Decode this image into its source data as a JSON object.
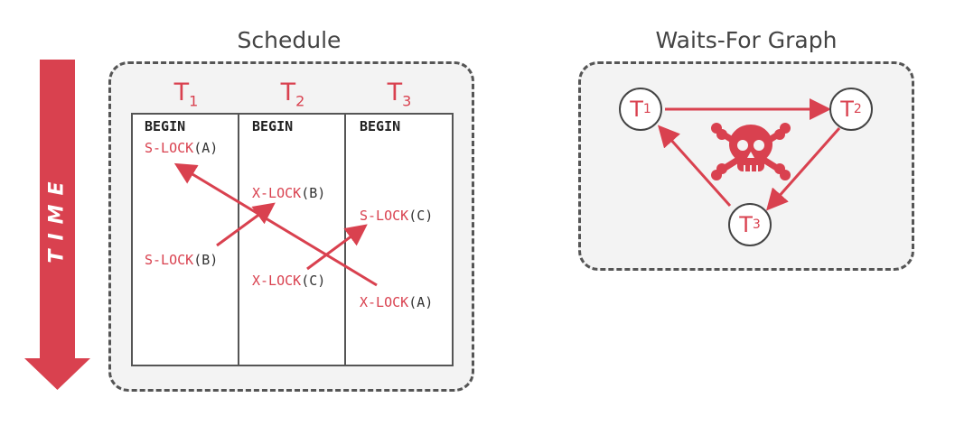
{
  "time_label": "TIME",
  "schedule": {
    "title": "Schedule",
    "columns": [
      {
        "name": "T",
        "sub": "1"
      },
      {
        "name": "T",
        "sub": "2"
      },
      {
        "name": "T",
        "sub": "3"
      }
    ],
    "begin": "BEGIN",
    "ops": {
      "t1_a": {
        "op": "S-LOCK",
        "arg": "(A)"
      },
      "t1_b": {
        "op": "S-LOCK",
        "arg": "(B)"
      },
      "t2_b": {
        "op": "X-LOCK",
        "arg": "(B)"
      },
      "t2_c": {
        "op": "X-LOCK",
        "arg": "(C)"
      },
      "t3_c": {
        "op": "S-LOCK",
        "arg": "(C)"
      },
      "t3_a": {
        "op": "X-LOCK",
        "arg": "(A)"
      }
    }
  },
  "graph": {
    "title": "Waits-For Graph",
    "nodes": [
      {
        "name": "T",
        "sub": "1"
      },
      {
        "name": "T",
        "sub": "2"
      },
      {
        "name": "T",
        "sub": "3"
      }
    ],
    "edges": [
      {
        "from": "T1",
        "to": "T2"
      },
      {
        "from": "T2",
        "to": "T3"
      },
      {
        "from": "T3",
        "to": "T1"
      }
    ],
    "deadlock_icon": "skull-crossbones-icon"
  },
  "colors": {
    "accent": "#d9414f",
    "panel_bg": "#f3f3f3",
    "border": "#555555"
  }
}
